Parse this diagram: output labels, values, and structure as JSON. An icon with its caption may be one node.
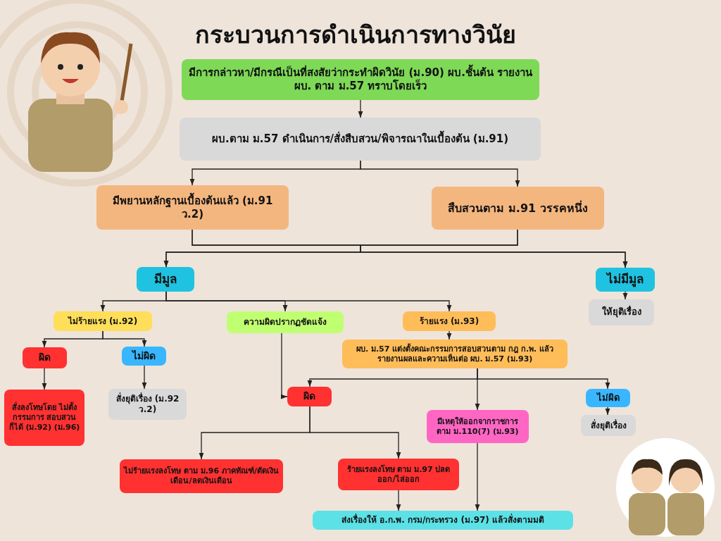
{
  "diagram": {
    "title": "กระบวนการดำเนินการทางวินัย",
    "nodes": [
      {
        "text": [
          "มีการกล่าวหา/มีกรณีเป็นที่สงสัยว่ากระทำผิดวินัย (ม.90) ผบ.ชั้นต้น รายงาน ผบ. ตาม ม.57 ทราบโดยเร็ว"
        ]
      },
      {
        "text": [
          "ผบ.ตาม ม.57 ดำเนินการ/สั่งสืบสวน/พิจารณาในเบื้องต้น (ม.91)"
        ]
      },
      {
        "text": [
          "มีพยานหลักฐานเบื้องต้นแล้ว (ม.91 ว.2)"
        ]
      },
      {
        "text": [
          "สืบสวนตาม ม.91 วรรคหนึ่ง"
        ]
      },
      {
        "text": [
          "มีมูล"
        ]
      },
      {
        "text": [
          "ไม่มีมูล"
        ]
      },
      {
        "text": [
          "ไม่ร้ายแรง (ม.92)"
        ]
      },
      {
        "text": [
          "ความผิดปรากฏชัดแจ้ง"
        ]
      },
      {
        "text": [
          "ร้ายแรง (ม.93)"
        ]
      },
      {
        "text": [
          "ให้ยุติเรื่อง"
        ]
      },
      {
        "text": [
          "ผิด"
        ]
      },
      {
        "text": [
          "ไม่ผิด"
        ]
      },
      {
        "text": [
          "ผบ. ม.57 แต่งตั้งคณะกรรมการสอบสวนตาม กฎ ก.พ. แล้วรายงานผลและความเห็นต่อ ผบ. ม.57 (ม.93)"
        ]
      },
      {
        "text": [
          "สั่งลงโทษโดย ไม่ตั้งกรรมการ สอบสวนก็ได้ (ม.92) (ม.96)"
        ]
      },
      {
        "text": [
          "สั่งยุติเรื่อง (ม.92 ว.2)"
        ]
      },
      {
        "text": [
          "ผิด"
        ]
      },
      {
        "text": [
          "มีเหตุให้ออกจากราชการ ตาม ม.110(7) (ม.93)"
        ]
      },
      {
        "text": [
          "ไม่ผิด"
        ]
      },
      {
        "text": [
          "สั่งยุติเรื่อง"
        ]
      },
      {
        "text": [
          "ไม่ร้ายแรงลงโทษ ตาม ม.96 ภาคทัณฑ์/ตัดเงินเดือน/ลดเงินเดือน"
        ]
      },
      {
        "text": [
          "ร้ายแรงลงโทษ ตาม ม.97 ปลดออก/ไล่ออก"
        ]
      },
      {
        "text": [
          "ส่งเรื่องให้ อ.ก.พ. กรม/กระทรวง (ม.97) แล้วสั่งตามมติ"
        ]
      }
    ],
    "edges": [
      {
        "from": 0,
        "to": 1,
        "arrow": "to"
      },
      {
        "from": 1,
        "to": 2,
        "arrow": "to"
      },
      {
        "from": 1,
        "to": 3,
        "arrow": "to"
      },
      {
        "from": 2,
        "to": 4,
        "arrow": "to"
      },
      {
        "from": 3,
        "to": 4,
        "arrow": "to"
      },
      {
        "from": 2,
        "to": 5,
        "arrow": "to"
      },
      {
        "from": 3,
        "to": 5,
        "arrow": "to"
      },
      {
        "from": 4,
        "to": 6,
        "arrow": "to"
      },
      {
        "from": 4,
        "to": 7,
        "arrow": "to"
      },
      {
        "from": 4,
        "to": 8,
        "arrow": "to"
      },
      {
        "from": 5,
        "to": 9,
        "arrow": "to"
      },
      {
        "from": 6,
        "to": 10,
        "arrow": "to"
      },
      {
        "from": 6,
        "to": 11,
        "arrow": "to"
      },
      {
        "from": 7,
        "to": 15,
        "arrow": "to"
      },
      {
        "from": 8,
        "to": 12,
        "arrow": "to"
      },
      {
        "from": 12,
        "to": 15,
        "arrow": "to"
      },
      {
        "from": 12,
        "to": 16,
        "arrow": "to"
      },
      {
        "from": 12,
        "to": 17,
        "arrow": "to"
      },
      {
        "from": 10,
        "to": 13,
        "arrow": "to"
      },
      {
        "from": 11,
        "to": 14,
        "arrow": "to"
      },
      {
        "from": 15,
        "to": 19,
        "arrow": "to"
      },
      {
        "from": 15,
        "to": 20,
        "arrow": "to"
      },
      {
        "from": 17,
        "to": 18,
        "arrow": "to"
      },
      {
        "from": 20,
        "to": 21,
        "arrow": "to"
      },
      {
        "from": 16,
        "to": 21,
        "arrow": "to"
      }
    ]
  }
}
